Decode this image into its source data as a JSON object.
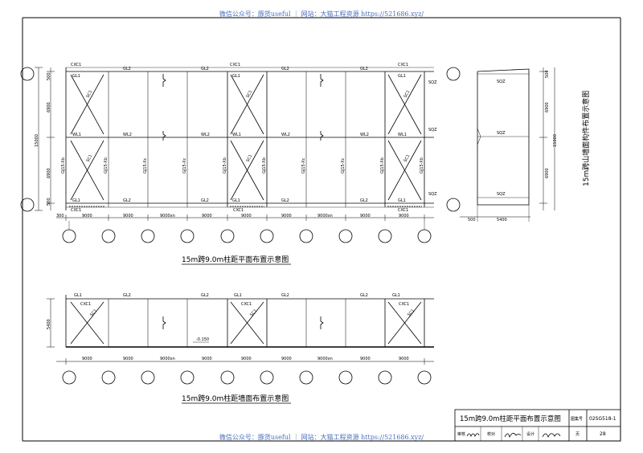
{
  "watermark": {
    "top": "微信公众号：豚货useful ｜ 网站：大猫工程资源 https://521686.xyz/",
    "bottom": "微信公众号：豚货useful ｜ 网站：大猫工程资源 https://521686.xyz/"
  },
  "plan": {
    "title": "15m跨9.0m柱距平面布置示意图",
    "labels": {
      "cxc1": "CXC1",
      "gl1": "GL1",
      "gl2": "GL2",
      "sc1": "SC1",
      "sqz": "SQZ",
      "wl1": "WL1",
      "wl2": "WL2",
      "gjz_xb": "GJ15-Xb",
      "gjz_xc": "GJ15-Xc"
    },
    "dims": {
      "d500": "500",
      "d6900": "6900",
      "d15000": "15000",
      "d300": "300",
      "bay": "9000",
      "baynx": "9000xn"
    }
  },
  "wall": {
    "title": "15m跨9.0m柱距墙面布置示意图",
    "dims": {
      "h": "5400",
      "bay": "9000",
      "baynx": "9000xn"
    },
    "elev": "-0.150"
  },
  "gable": {
    "title": "15m跨山墙面构件布置示意图",
    "dims": {
      "d500": "500",
      "d5400": "5400",
      "d6900": "6900",
      "d15000": "15000"
    },
    "label": "SQZ"
  },
  "titleblock": {
    "title": "15m跨9.0m柱距平面布置示意图",
    "atlas_label": "图集号",
    "atlas_no": "02SG518-1",
    "review_label": "审核",
    "check_label": "校对",
    "design_label": "设计",
    "page_label": "页",
    "page_no": "28"
  }
}
